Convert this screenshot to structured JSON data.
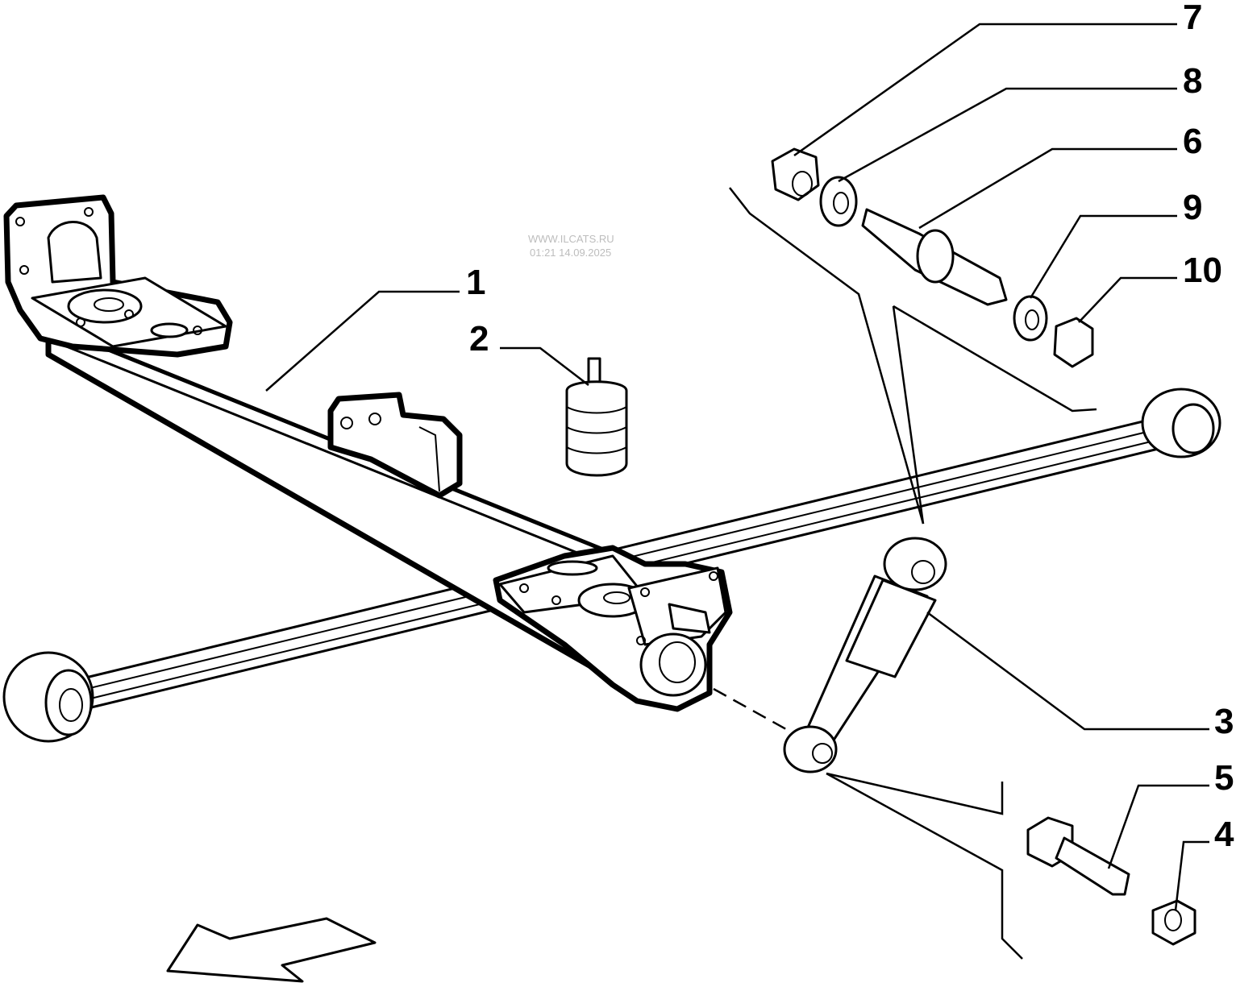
{
  "watermark": {
    "line1": "WWW.ILCATS.RU",
    "line2": "01:21 14.09.2025"
  },
  "callouts": {
    "c1": "1",
    "c2": "2",
    "c3": "3",
    "c4": "4",
    "c5": "5",
    "c6": "6",
    "c7": "7",
    "c8": "8",
    "c9": "9",
    "c10": "10"
  },
  "icons": {
    "direction": "front-direction-arrow-icon"
  }
}
